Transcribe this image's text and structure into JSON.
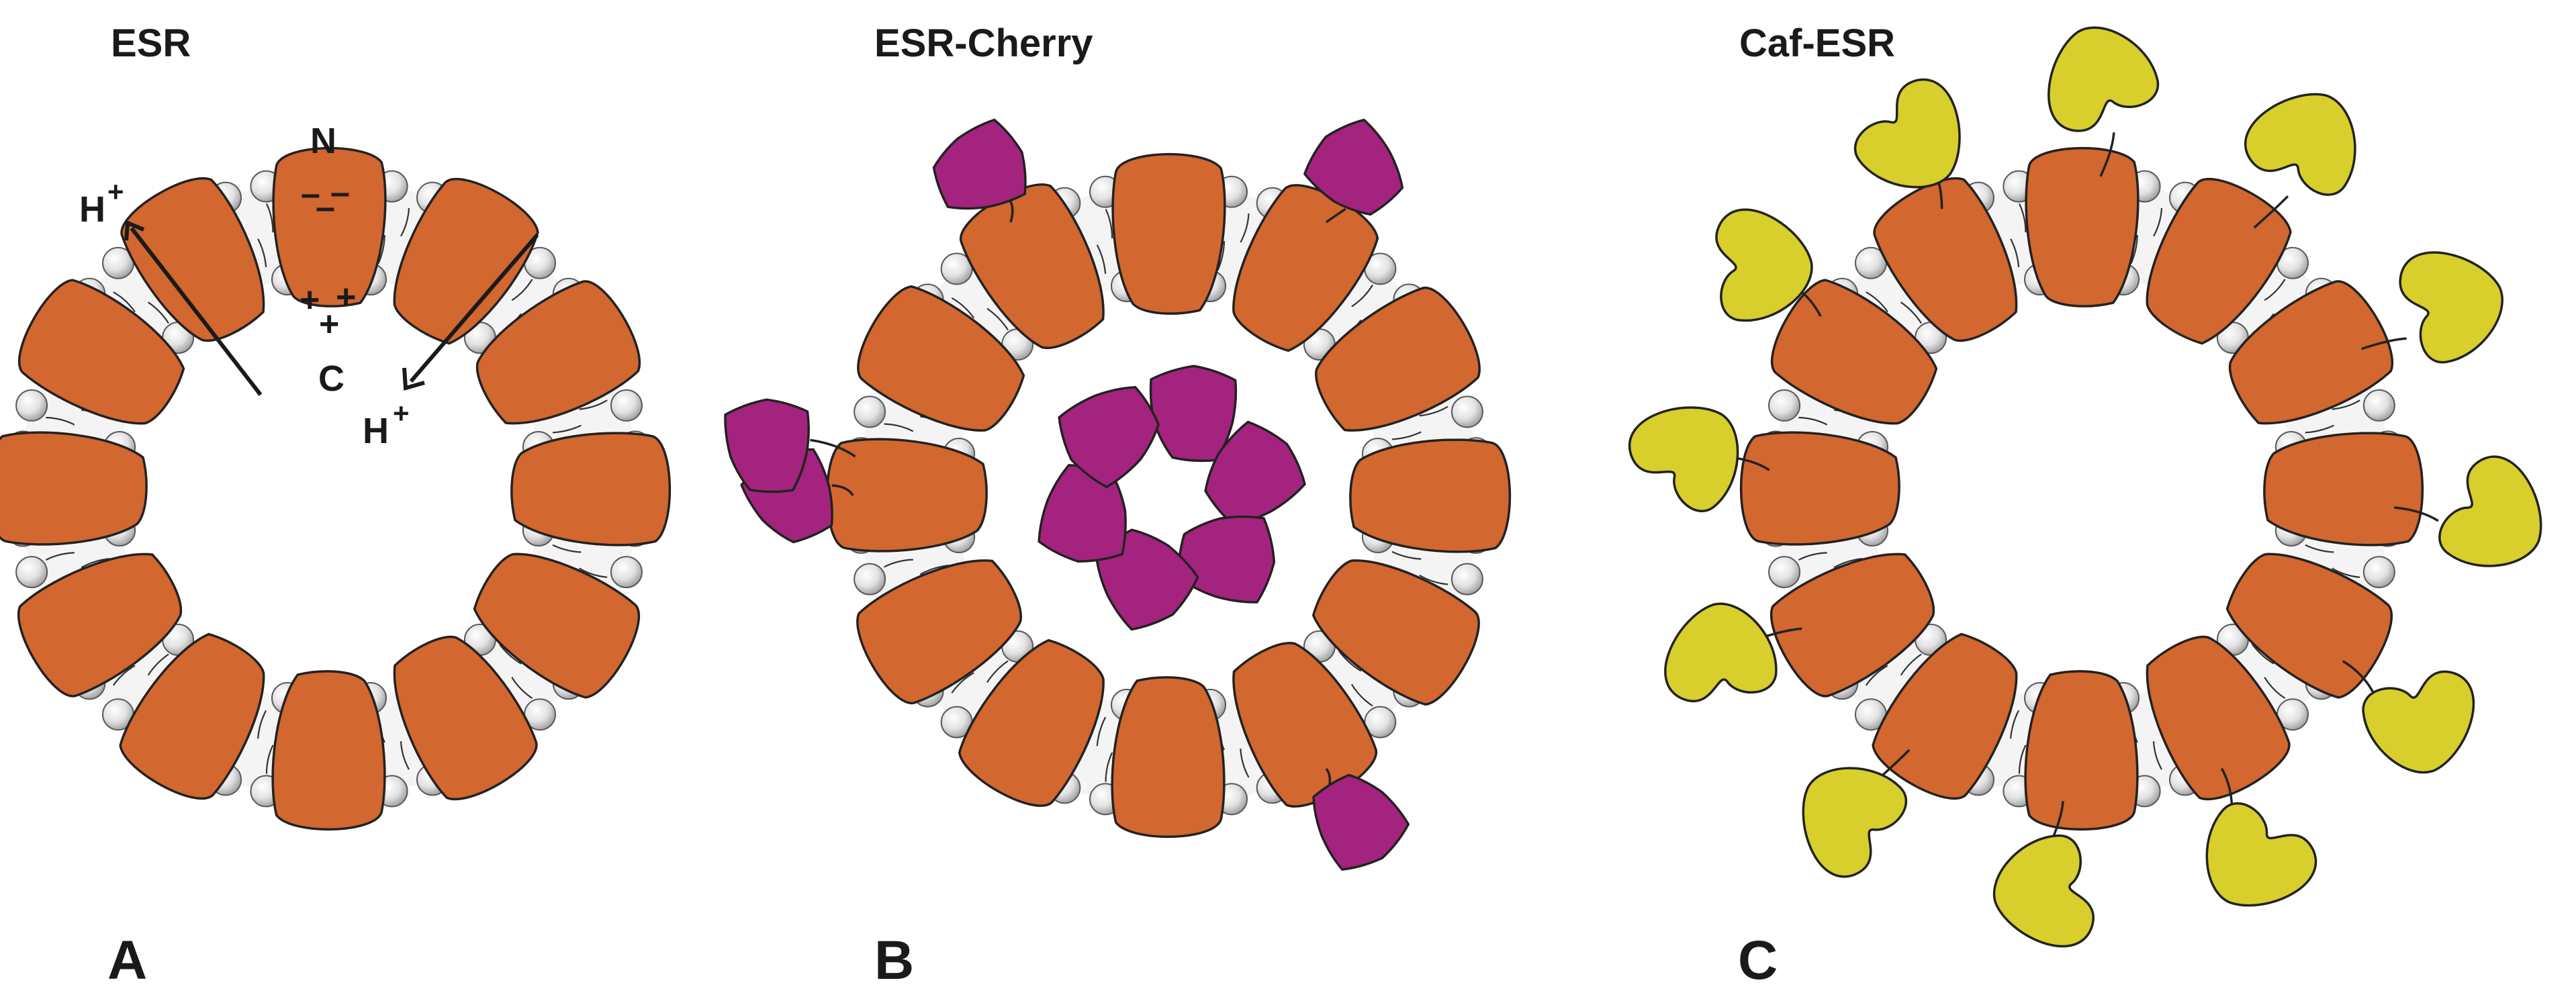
{
  "panels": [
    {
      "key": "A",
      "title": "ESR",
      "letter": "A",
      "protein_count": 12,
      "appendage": "none"
    },
    {
      "key": "B",
      "title": "ESR-Cherry",
      "letter": "B",
      "protein_count": 12,
      "appendage": "cherry"
    },
    {
      "key": "C",
      "title": "Caf-ESR",
      "letter": "C",
      "protein_count": 12,
      "appendage": "caf"
    }
  ],
  "annotations": {
    "n_terminus": "N",
    "c_terminus": "C",
    "proton": "H",
    "proton_charge": "+",
    "negative_charges": [
      "–",
      "–"
    ],
    "positive_charges": [
      "+",
      "+",
      "+"
    ]
  },
  "colors": {
    "protein": "#d2672f",
    "cherry": "#a4237e",
    "caf": "#d8ce2c",
    "lipid_head": "#dcdcdc",
    "outline": "#222222"
  }
}
